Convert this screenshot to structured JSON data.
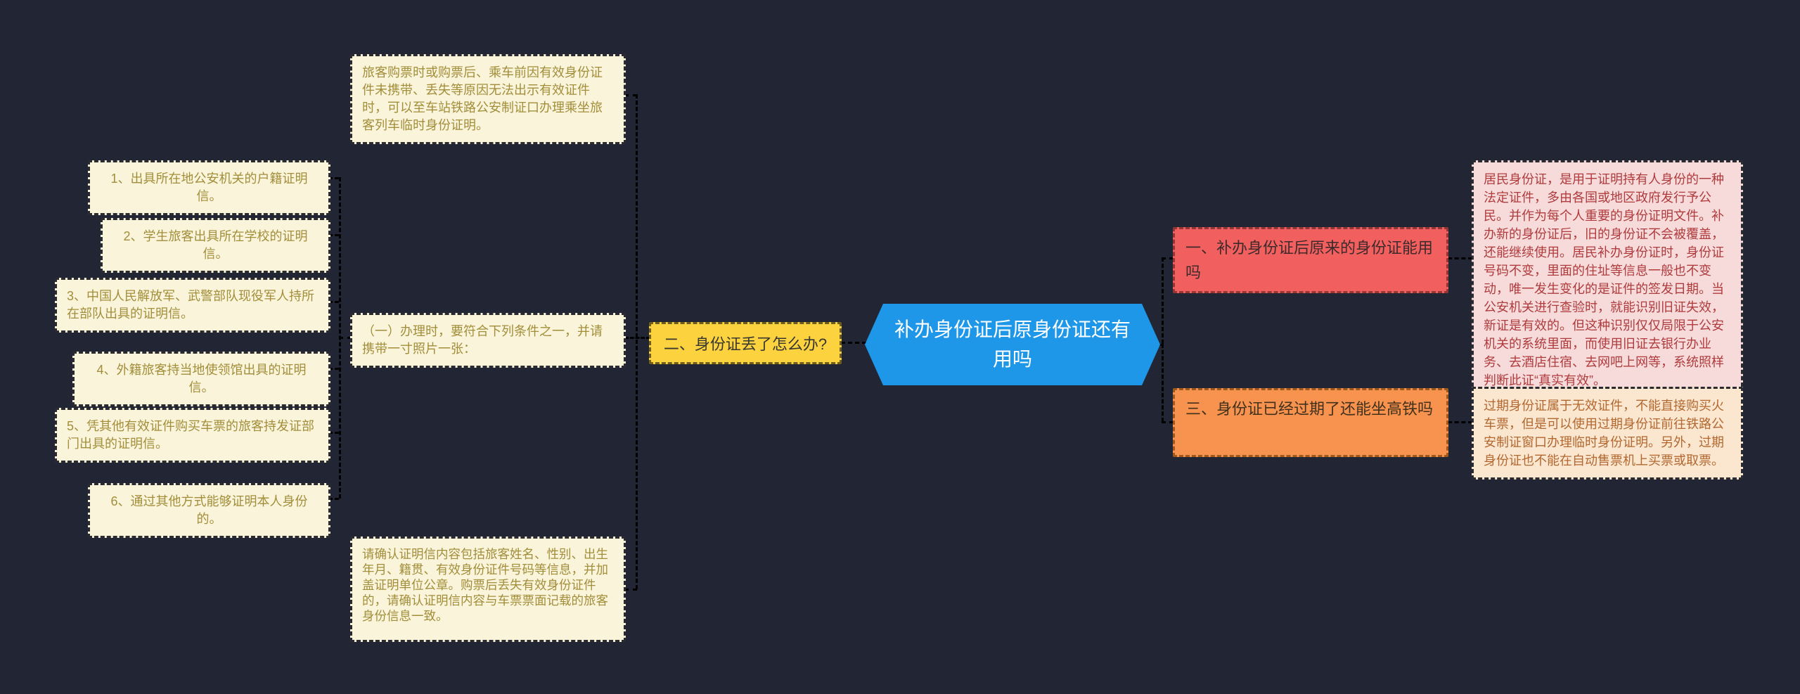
{
  "canvas": {
    "background": "#222634"
  },
  "center_topic": {
    "label": "补办身份证后原身份证还有用吗",
    "color": "#1E97E8"
  },
  "left": {
    "topic": "二、身份证丢了怎么办?",
    "topic_color": "#FCD23E",
    "intro_note": "旅客购票时或购票后、乘车前因有效身份证件未携带、丢失等原因无法出示有效证件时，可以至车站铁路公安制证口办理乘坐旅客列车临时身份证明。",
    "condition_header": "（一）办理时，要符合下列条件之一，并请携带一寸照片一张：",
    "conditions": [
      "1、出具所在地公安机关的户籍证明信。",
      "2、学生旅客出具所在学校的证明信。",
      "3、中国人民解放军、武警部队现役军人持所在部队出具的证明信。",
      "4、外籍旅客持当地使领馆出具的证明信。",
      "5、凭其他有效证件购买车票的旅客持发证部门出具的证明信。",
      "6、通过其他方式能够证明本人身份的。"
    ],
    "footer_note": "请确认证明信内容包括旅客姓名、性别、出生年月、籍贯、有效身份证件号码等信息，并加盖证明单位公章。购票后丢失有效身份证件的，请确认证明信内容与车票票面记载的旅客身份信息一致。"
  },
  "right": {
    "topic_reissue": "一、补办身份证后原来的身份证能用吗",
    "topic_reissue_color": "#F25F5F",
    "note_reissue": "居民身份证，是用于证明持有人身份的一种法定证件，多由各国或地区政府发行予公民。并作为每个人重要的身份证明文件。补办新的身份证后，旧的身份证不会被覆盖，还能继续使用。居民补办身份证时，身份证号码不变，里面的住址等信息一般也不变动，唯一发生变化的是证件的签发日期。当公安机关进行查验时，就能识别旧证失效，新证是有效的。但这种识别仅仅局限于公安机关的系统里面，而使用旧证去银行办业务、去酒店住宿、去网吧上网等，系统照样判断此证“真实有效”。",
    "topic_expired": "三、身份证已经过期了还能坐高铁吗",
    "topic_expired_color": "#F7934E",
    "note_expired": "过期身份证属于无效证件，不能直接购买火车票，但是可以使用过期身份证前往铁路公安制证窗口办理临时身份证明。另外，过期身份证也不能在自动售票机上买票或取票。"
  },
  "connector_colors": {
    "yellow_branch": "#DFC14E",
    "salmon_branch": "#F0696B",
    "orange_branch": "#EE9352"
  }
}
